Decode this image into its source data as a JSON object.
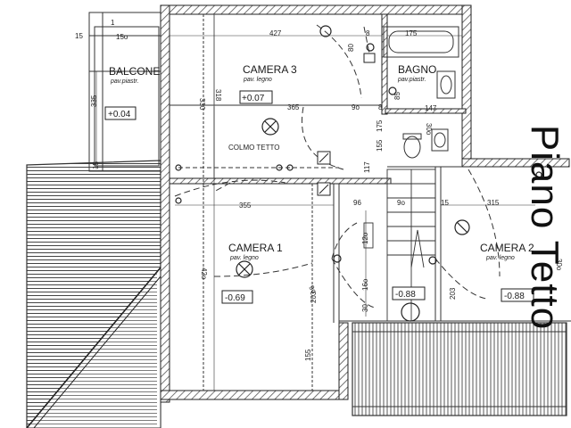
{
  "side_title": "Piano Tetto",
  "rooms": {
    "balcone": {
      "name": "BALCONE",
      "floor": "pav.piastr.",
      "level": "+0.04"
    },
    "camera3": {
      "name": "CAMERA 3",
      "floor": "pav. legno",
      "level": "+0.07"
    },
    "bagno": {
      "name": "BAGNO",
      "floor": "pav.piastr."
    },
    "camera1": {
      "name": "CAMERA 1",
      "floor": "pav. legno",
      "level": "-0.69"
    },
    "camera2": {
      "name": "CAMERA 2",
      "floor": "pav. legno",
      "level": "-0.88"
    },
    "stair": {
      "level": "-0.88"
    }
  },
  "ridge_label": "COLMO TETTO",
  "dimensions": {
    "d15a": "15",
    "d150": "15o",
    "d1": "1",
    "d427": "427",
    "d80": "80",
    "d8a": "8",
    "d175": "175",
    "d335": "335",
    "d15b": "15",
    "d330": "330",
    "d318": "318",
    "d365": "365",
    "d9a": "9o",
    "d8b": "8",
    "d85": "85",
    "d147": "147",
    "d117": "117",
    "d155a": "155",
    "d175b": "175",
    "d300a": "30o",
    "d355": "355",
    "d96": "96",
    "d9b": "9o",
    "d15c": "15",
    "d315": "315",
    "d420": "42o",
    "d120": "12o",
    "d160": "16o",
    "d90": "9o",
    "d203a": "203",
    "d30": "30",
    "d203b": "203",
    "d300b": "30o",
    "d155b": "155"
  }
}
